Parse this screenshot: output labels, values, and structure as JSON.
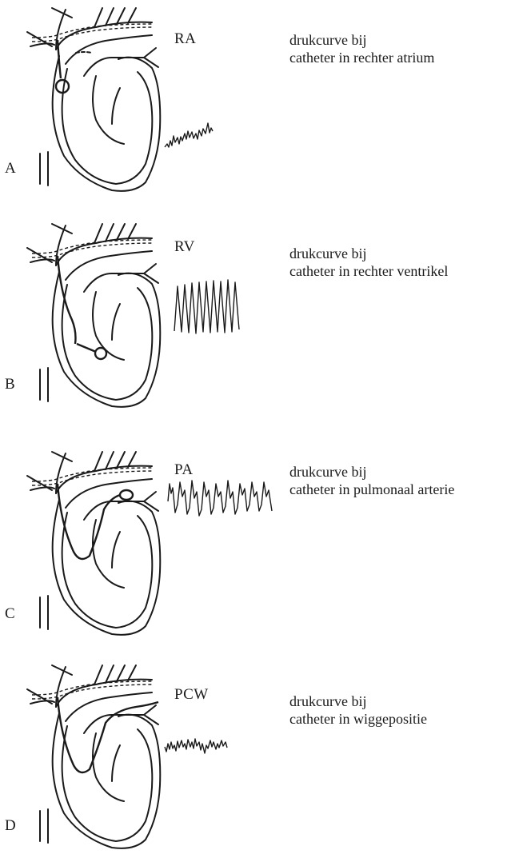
{
  "panels": [
    {
      "letter": "A",
      "code": "RA",
      "line1": "drukcurve bij",
      "line2": "catheter in rechter atrium",
      "catheter_position": "right-atrium"
    },
    {
      "letter": "B",
      "code": "RV",
      "line1": "drukcurve bij",
      "line2": "catheter in rechter ventrikel",
      "catheter_position": "right-ventricle"
    },
    {
      "letter": "C",
      "code": "PA",
      "line1": "drukcurve bij",
      "line2": "catheter in pulmonaal arterie",
      "catheter_position": "pulmonary-artery"
    },
    {
      "letter": "D",
      "code": "PCW",
      "line1": "drukcurve bij",
      "line2": "catheter in wiggepositie",
      "catheter_position": "wedge-position"
    }
  ],
  "colors": {
    "ink": "#1a1a1a",
    "background": "#ffffff"
  }
}
